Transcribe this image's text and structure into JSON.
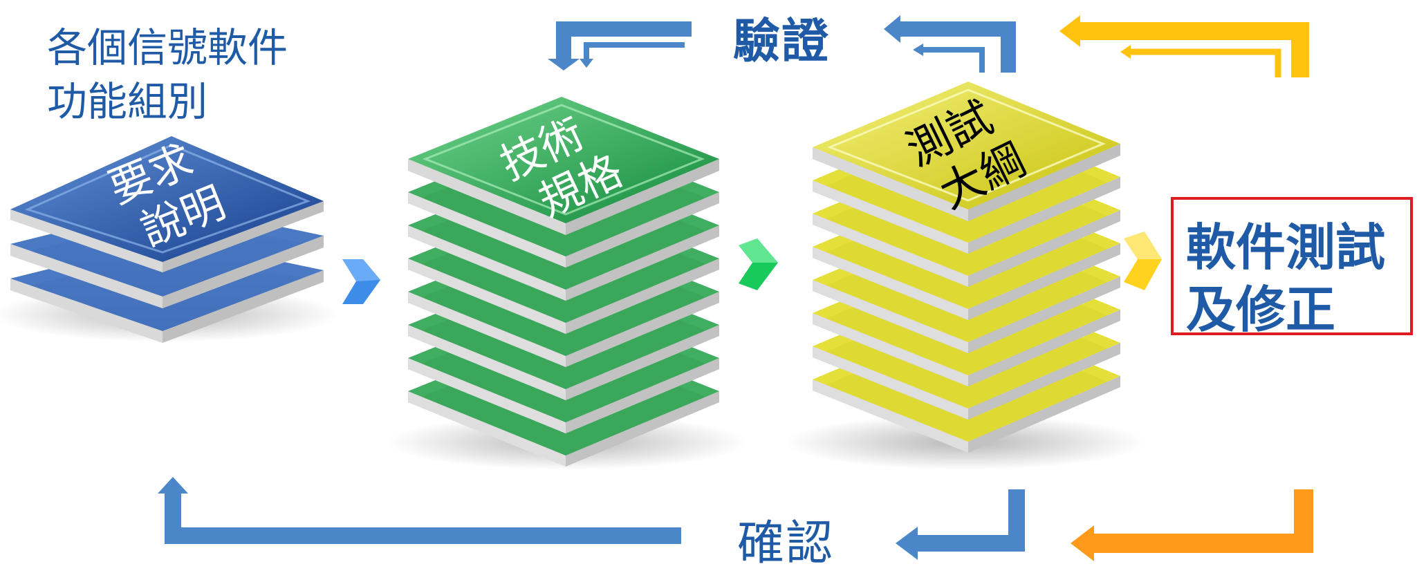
{
  "group_label": {
    "line1": "各個信號軟件",
    "line2": "功能組別"
  },
  "verify_label": "驗證",
  "confirm_label": "確認",
  "stacks": [
    {
      "id": "requirements",
      "line1": "要求",
      "line2": "說明",
      "color": "#2c62b8",
      "text_color": "#ffffff",
      "layers": 3
    },
    {
      "id": "tech-spec",
      "line1": "技術",
      "line2": "規格",
      "color": "#25a24a",
      "text_color": "#ffffff",
      "layers": 8
    },
    {
      "id": "test-outline",
      "line1": "測試",
      "line2": "大綱",
      "color": "#e0dc1e",
      "text_color": "#000000",
      "layers": 8
    }
  ],
  "result": {
    "line1": "軟件測試",
    "line2": "及修正",
    "border_color": "#e11b22"
  },
  "colors": {
    "blue_arrow": "#4a86c8",
    "yellow_arrow": "#ffc20e",
    "orange_arrow": "#ff9a1a",
    "flow_arrow_1": "#3d8de8",
    "flow_arrow_2": "#19c95a",
    "flow_arrow_3": "#ffd21f"
  }
}
